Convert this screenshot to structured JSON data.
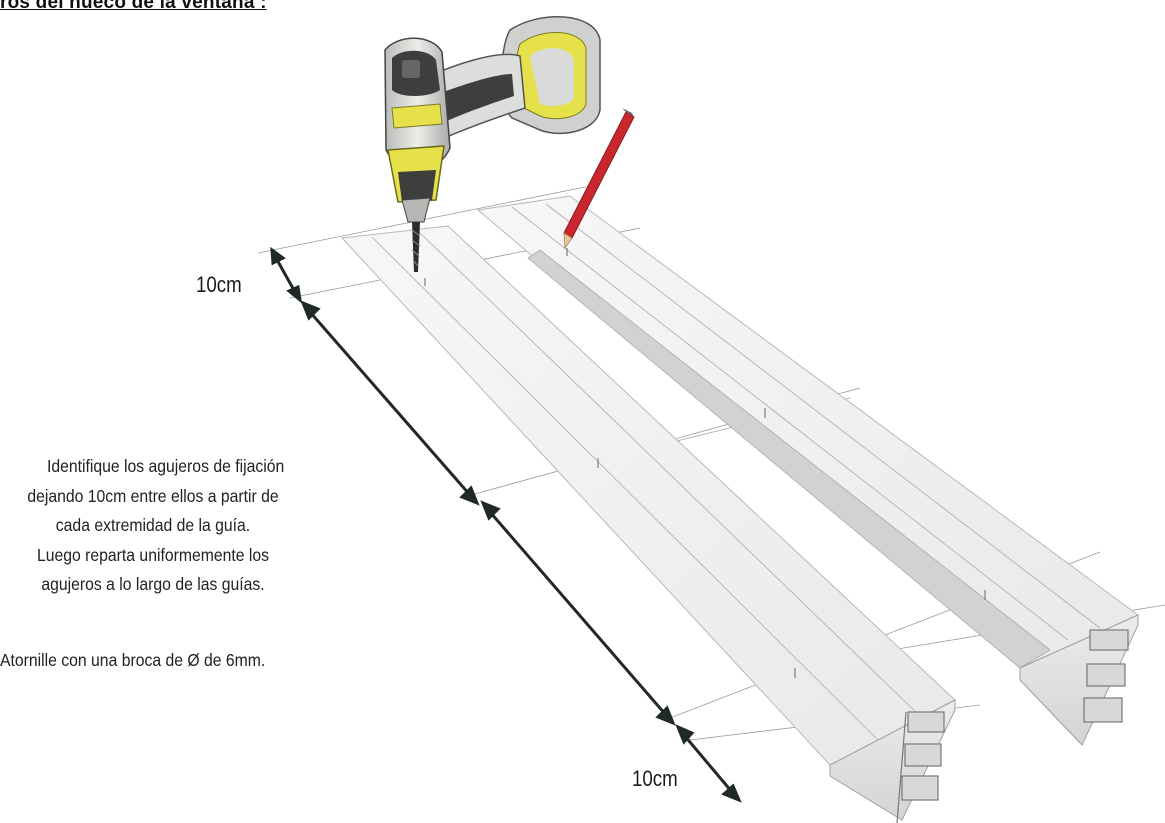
{
  "header": {
    "title": "ros del hueco de la ventana :"
  },
  "dimensions": {
    "top_label": "10cm",
    "bottom_label": "10cm"
  },
  "instructions": {
    "lines": [
      "Identifique los agujeros de fijación",
      "dejando 10cm entre ellos a partir de",
      "cada extremidad de la guía.",
      "Luego reparta uniformemente los",
      "agujeros a lo largo de las guías."
    ],
    "screw_note": "Atornille con una broca de Ø de 6mm."
  },
  "colors": {
    "rail_light": "#f3f3f3",
    "rail_mid": "#e2e2e2",
    "rail_dark": "#c9c9c9",
    "arrow": "#1f2a24",
    "drill_body": "#d7d9d6",
    "drill_accent": "#e6e04a",
    "drill_grip": "#3c3f3c",
    "pencil": "#c9262d"
  },
  "icons": [
    "drill-icon",
    "pencil-icon",
    "double-arrow-icon"
  ]
}
